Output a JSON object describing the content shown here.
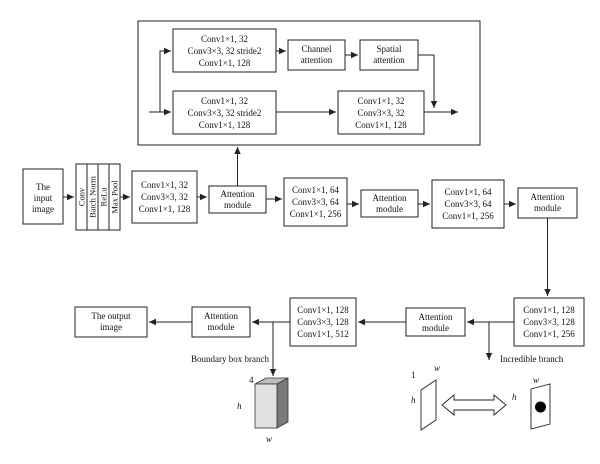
{
  "attention_detail": {
    "upper_conv": [
      "Conv1×1, 32",
      "Conv3×3, 32 stride2",
      "Conv1×1, 128"
    ],
    "channel_attention": [
      "Channel",
      "attention"
    ],
    "spatial_attention": [
      "Spatial",
      "attention"
    ],
    "lower_conv": [
      "Conv1×1, 32",
      "Conv3×3, 32 stride2",
      "Conv1×1, 128"
    ],
    "right_conv": [
      "Conv1×1, 32",
      "Conv3×3, 32",
      "Conv1×1, 128"
    ]
  },
  "input_image": [
    "The",
    "input",
    "image"
  ],
  "stem_layers": [
    "Conv",
    "Batch Norm",
    "ReLu",
    "Max Pool"
  ],
  "block1": [
    "Conv1×1, 32",
    "Conv3×3, 32",
    "Conv1×1, 128"
  ],
  "block2": [
    "Conv1×1, 64",
    "Conv3×3, 64",
    "Conv1×1, 256"
  ],
  "block3": [
    "Conv1×1, 64",
    "Conv3×3, 64",
    "Conv1×1, 256"
  ],
  "block4": [
    "Conv1×1, 128",
    "Conv3×3, 128",
    "Conv1×1, 256"
  ],
  "block5": [
    "Conv1×1, 128",
    "Conv3×3, 128",
    "Conv1×1, 512"
  ],
  "attention_module": [
    "Attention",
    "module"
  ],
  "output_image": [
    "The output",
    "image"
  ],
  "boundary_branch": "Boundary box branch",
  "incredible_branch": "Incredible branch",
  "cube_labels": {
    "depth": "4",
    "height": "h",
    "width": "w"
  },
  "incredible_labels": {
    "one": "1",
    "w_top": "w",
    "h_left": "h",
    "h_mid": "h",
    "w_right": "w"
  }
}
